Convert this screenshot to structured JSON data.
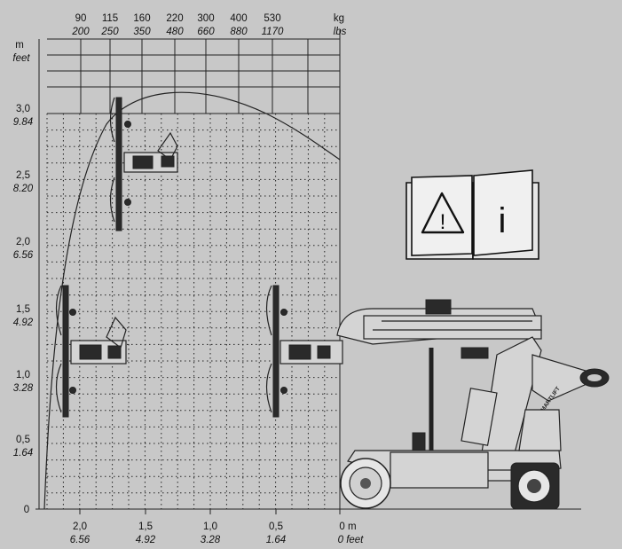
{
  "top_axis": {
    "unit_primary": "kg",
    "unit_secondary": "lbs",
    "ticks": [
      {
        "kg": "90",
        "lbs": "200"
      },
      {
        "kg": "115",
        "lbs": "250"
      },
      {
        "kg": "160",
        "lbs": "350"
      },
      {
        "kg": "220",
        "lbs": "480"
      },
      {
        "kg": "300",
        "lbs": "660"
      },
      {
        "kg": "400",
        "lbs": "880"
      },
      {
        "kg": "530",
        "lbs": "1170"
      }
    ]
  },
  "left_axis": {
    "unit_primary": "m",
    "unit_secondary": "feet",
    "ticks": [
      {
        "m": "3,0",
        "ft": "9.84"
      },
      {
        "m": "2,5",
        "ft": "8.20"
      },
      {
        "m": "2,0",
        "ft": "6.56"
      },
      {
        "m": "1,5",
        "ft": "4.92"
      },
      {
        "m": "1,0",
        "ft": "3.28"
      },
      {
        "m": "0,5",
        "ft": "1.64"
      },
      {
        "m": "0",
        "ft": ""
      }
    ]
  },
  "bottom_axis": {
    "ticks": [
      {
        "m": "2,0",
        "ft": "6.56"
      },
      {
        "m": "1,5",
        "ft": "4.92"
      },
      {
        "m": "1,0",
        "ft": "3.28"
      },
      {
        "m": "0,5",
        "ft": "1.64"
      },
      {
        "m": "0 m",
        "ft": "0 feet"
      }
    ]
  },
  "manual_icon": {
    "warning_symbol": "!",
    "info_symbol": "i"
  },
  "brand_mark": "SMARTLIFT"
}
